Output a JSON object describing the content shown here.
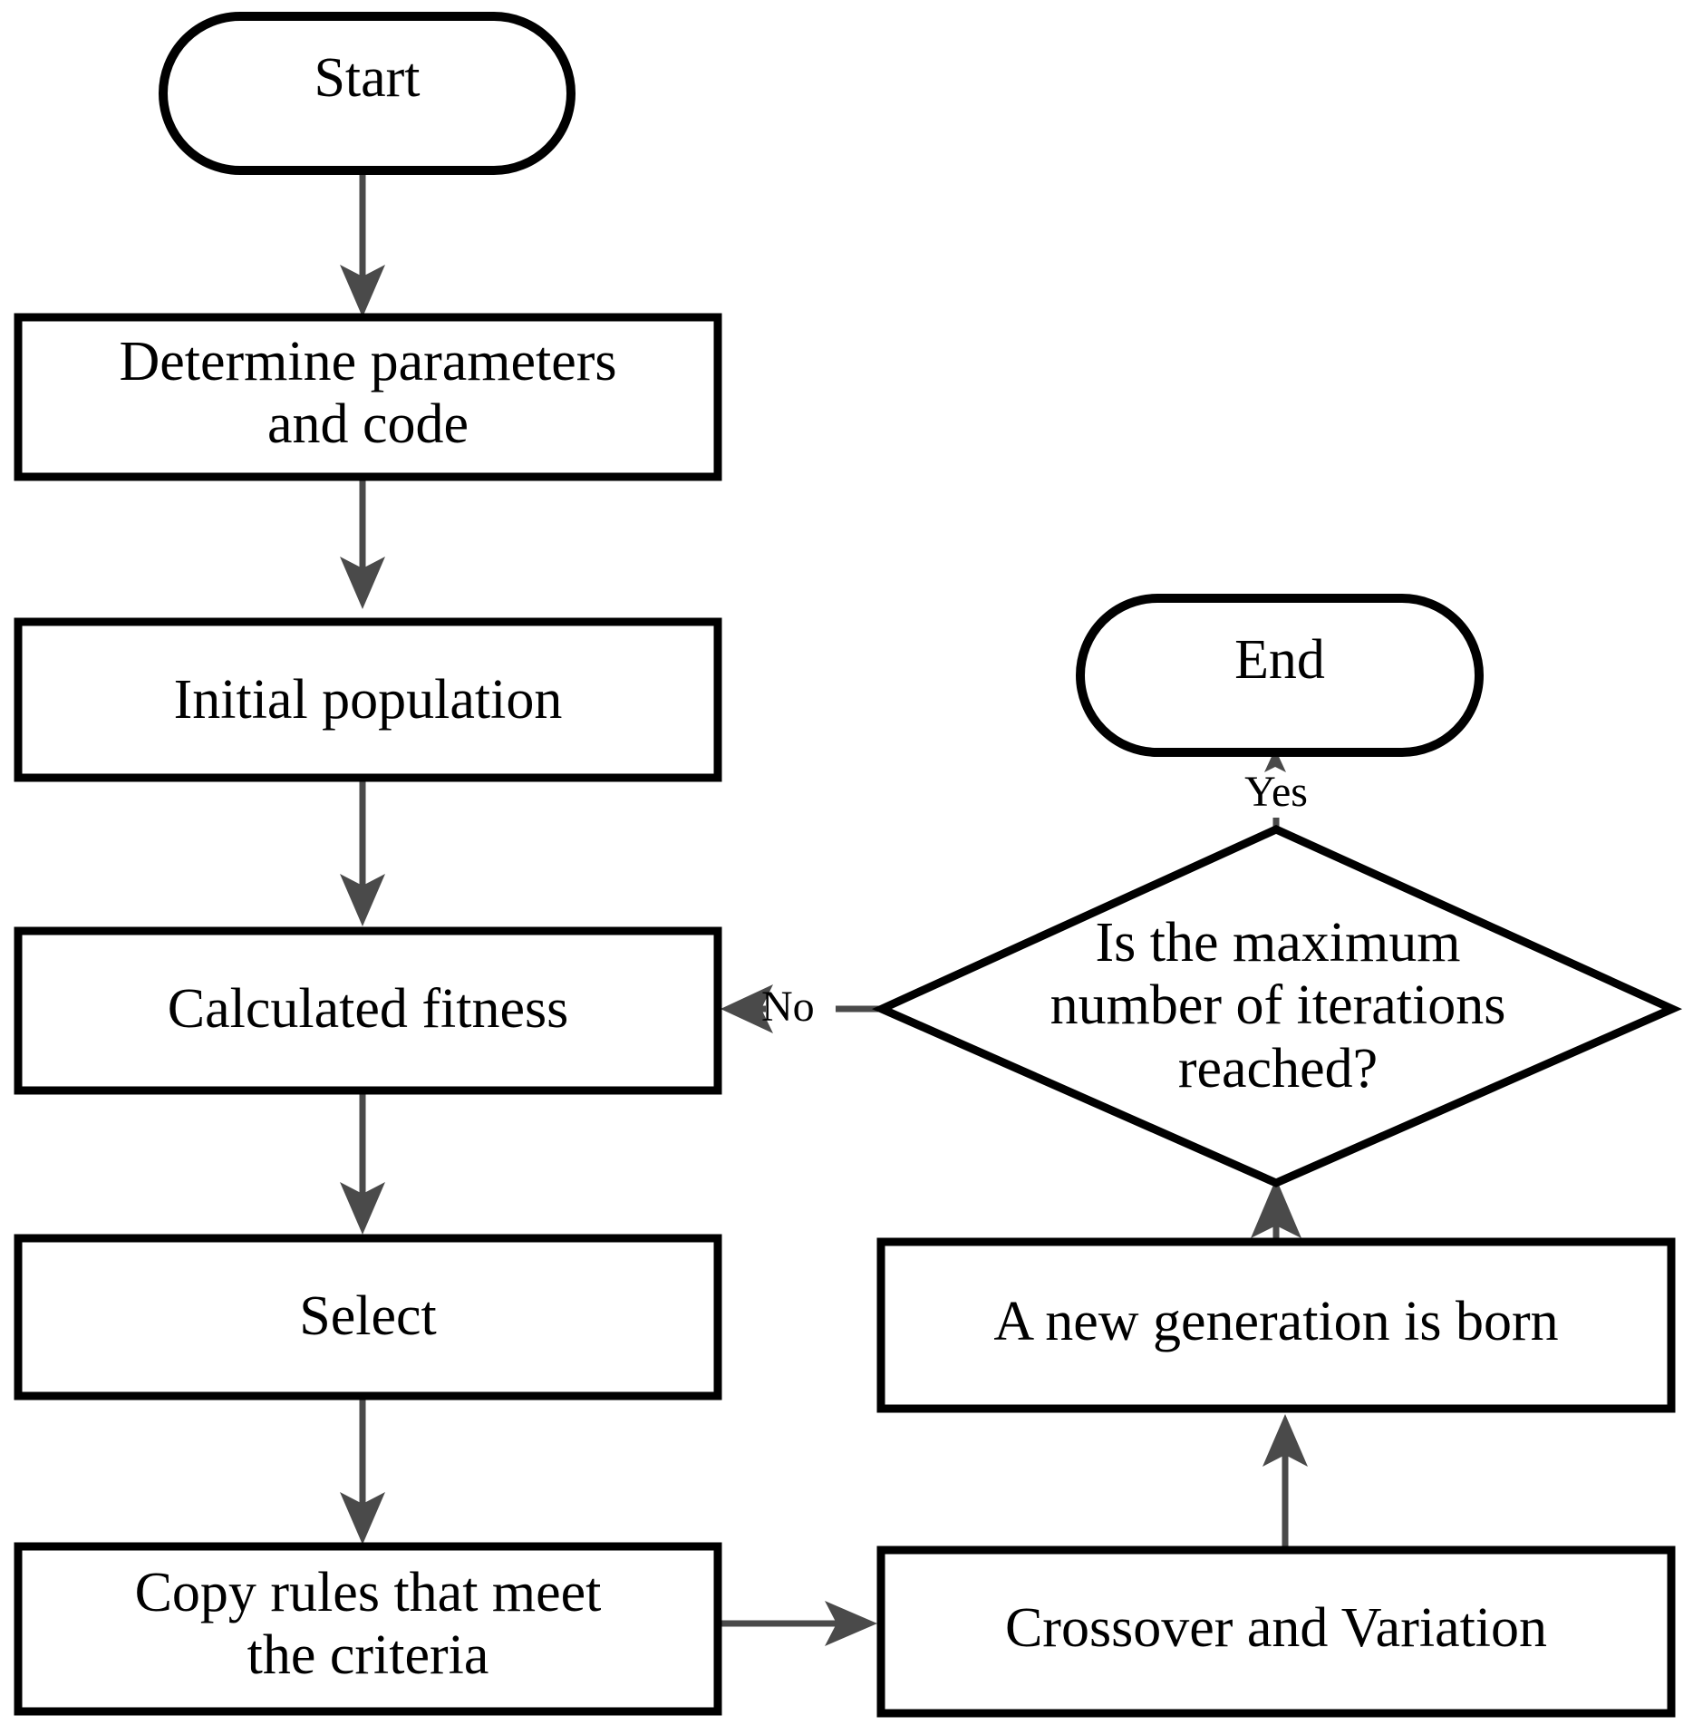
{
  "diagram": {
    "title": "Genetic algorithm flowchart",
    "background_color": "#ffffff",
    "shape_stroke_color": "#000000",
    "shape_fill_color": "#ffffff",
    "edge_color": "#4a4a4a",
    "text_color": "#000000"
  },
  "nodes": [
    {
      "id": "start",
      "type": "terminator",
      "label": "Start"
    },
    {
      "id": "determine",
      "type": "process",
      "label": "Determine parameters\nand code"
    },
    {
      "id": "initial",
      "type": "process",
      "label": "Initial population"
    },
    {
      "id": "fitness",
      "type": "process",
      "label": "Calculated fitness"
    },
    {
      "id": "select",
      "type": "process",
      "label": "Select"
    },
    {
      "id": "copy",
      "type": "process",
      "label": "Copy rules that meet\nthe criteria"
    },
    {
      "id": "crossover",
      "type": "process",
      "label": "Crossover and Variation"
    },
    {
      "id": "newgen",
      "type": "process",
      "label": "A new generation is born"
    },
    {
      "id": "decision",
      "type": "decision",
      "label": "Is the maximum\nnumber of iterations\nreached?"
    },
    {
      "id": "end",
      "type": "terminator",
      "label": "End"
    }
  ],
  "edges": [
    {
      "id": "e1",
      "from": "start",
      "to": "determine",
      "label": ""
    },
    {
      "id": "e2",
      "from": "determine",
      "to": "initial",
      "label": ""
    },
    {
      "id": "e3",
      "from": "initial",
      "to": "fitness",
      "label": ""
    },
    {
      "id": "e4",
      "from": "fitness",
      "to": "select",
      "label": ""
    },
    {
      "id": "e5",
      "from": "select",
      "to": "copy",
      "label": ""
    },
    {
      "id": "e6",
      "from": "copy",
      "to": "crossover",
      "label": ""
    },
    {
      "id": "e7",
      "from": "crossover",
      "to": "newgen",
      "label": ""
    },
    {
      "id": "e8",
      "from": "newgen",
      "to": "decision",
      "label": ""
    },
    {
      "id": "e9",
      "from": "decision",
      "to": "end",
      "label": "Yes"
    },
    {
      "id": "e10",
      "from": "decision",
      "to": "fitness",
      "label": "No"
    }
  ],
  "edge_labels": {
    "yes": "Yes",
    "no": "No"
  }
}
